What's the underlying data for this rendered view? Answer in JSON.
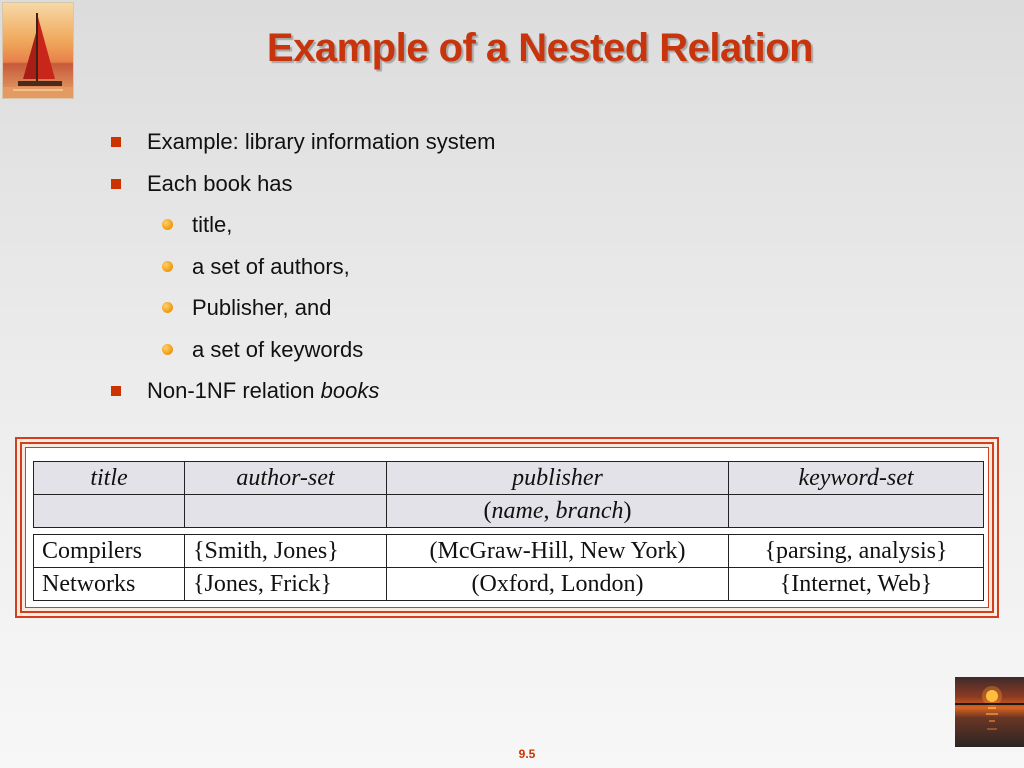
{
  "slide": {
    "title": "Example of a Nested Relation",
    "page_number": "9.5",
    "bullets": [
      {
        "level": 1,
        "text": "Example:  library information system"
      },
      {
        "level": 1,
        "text": "Each book has"
      },
      {
        "level": 2,
        "text": "title,"
      },
      {
        "level": 2,
        "text": "a set of authors,"
      },
      {
        "level": 2,
        "text": "Publisher, and"
      },
      {
        "level": 2,
        "text": "a set of keywords"
      },
      {
        "level": 1,
        "text_plain": "Non-1NF relation ",
        "text_italic": "books"
      }
    ]
  },
  "relation": {
    "headers": [
      "title",
      "author-set",
      "publisher",
      "keyword-set"
    ],
    "subheader": {
      "open": "(",
      "name": "name",
      "comma": ", ",
      "branch": "branch",
      "close": ")"
    },
    "rows": [
      [
        "Compilers",
        "{Smith, Jones}",
        "(McGraw-Hill, New York)",
        "{parsing, analysis}"
      ],
      [
        "Networks",
        "{Jones, Frick}",
        "(Oxford, London)",
        "{Internet, Web}"
      ]
    ]
  },
  "colors": {
    "title": "#c8340c",
    "bullet_square": "#cc3300",
    "bullet_dot": "#f5a21a",
    "frame_border": "#d23f1c"
  },
  "icons": {
    "logo": "sailboat-sunset-image",
    "corner": "sunset-over-water-image"
  }
}
